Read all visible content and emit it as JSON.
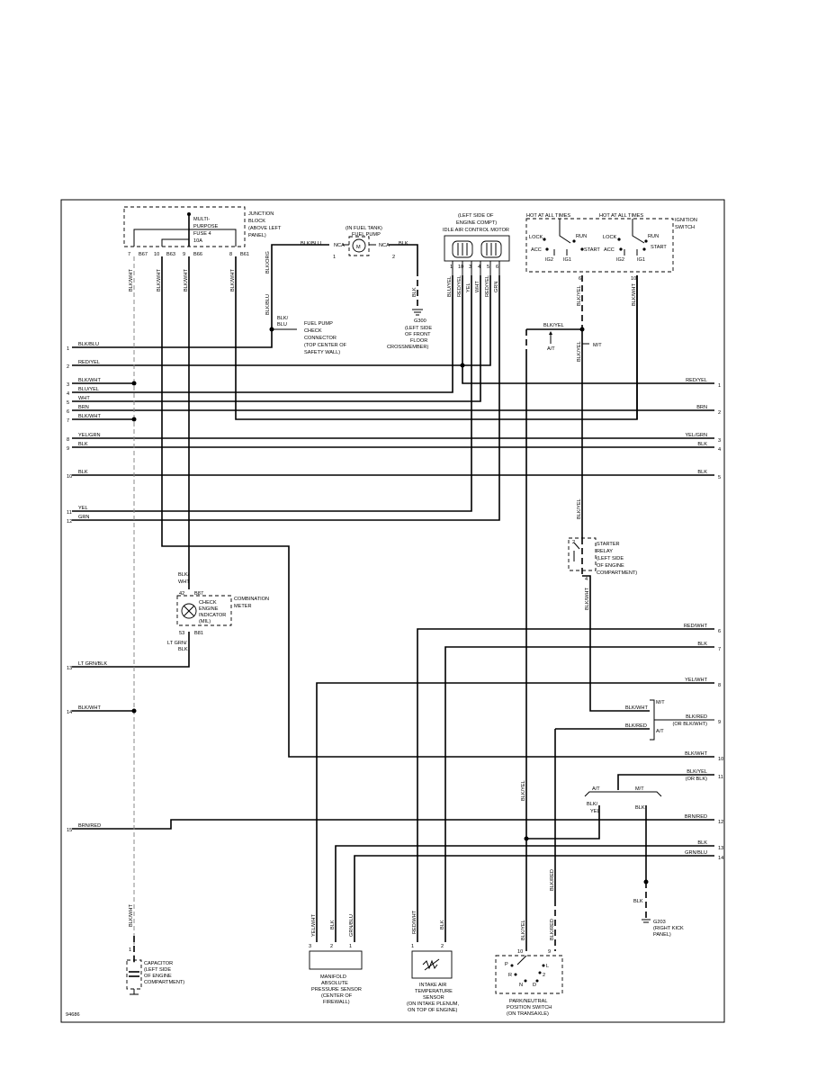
{
  "figure_id": "94686",
  "left_pins": [
    {
      "n": "1",
      "wire": "BLK/BLU"
    },
    {
      "n": "2",
      "wire": "RED/YEL"
    },
    {
      "n": "3",
      "wire": "BLK/WHT"
    },
    {
      "n": "4",
      "wire": "BLU/YEL"
    },
    {
      "n": "5",
      "wire": "WHT"
    },
    {
      "n": "6",
      "wire": "BRN"
    },
    {
      "n": "7",
      "wire": "BLK/WHT"
    },
    {
      "n": "8",
      "wire": "YEL/GRN"
    },
    {
      "n": "9",
      "wire": "BLK"
    },
    {
      "n": "10",
      "wire": "BLK"
    },
    {
      "n": "11",
      "wire": "YEL"
    },
    {
      "n": "12",
      "wire": "GRN"
    },
    {
      "n": "13",
      "wire": "LT GRN/BLK"
    },
    {
      "n": "14",
      "wire": "BLK/WHT"
    },
    {
      "n": "15",
      "wire": "BRN/RED"
    }
  ],
  "right_pins": [
    {
      "n": "1",
      "wire": "RED/YEL"
    },
    {
      "n": "2",
      "wire": "BRN"
    },
    {
      "n": "3",
      "wire": "YEL/GRN"
    },
    {
      "n": "4",
      "wire": "BLK"
    },
    {
      "n": "5",
      "wire": "BLK"
    },
    {
      "n": "6",
      "wire": "RED/WHT"
    },
    {
      "n": "7",
      "wire": "BLK"
    },
    {
      "n": "8",
      "wire": "YEL/WHT"
    },
    {
      "n": "9",
      "wire": "BLK/RED"
    },
    {
      "n": "9b",
      "wire": "(OR BLK/WHT)"
    },
    {
      "n": "10",
      "wire": "BLK/WHT"
    },
    {
      "n": "11",
      "wire": "BLK/YEL"
    },
    {
      "n": "11b",
      "wire": "(OR BLK)"
    },
    {
      "n": "12",
      "wire": "BRN/RED"
    },
    {
      "n": "13",
      "wire": "BLK"
    },
    {
      "n": "14",
      "wire": "GRN/BLU"
    }
  ],
  "junction_block": {
    "label": [
      "JUNCTION",
      "BLOCK",
      "(ABOVE LEFT",
      "PANEL)"
    ],
    "fuse": [
      "MULTI-",
      "PURPOSE",
      "FUSE 4",
      "10A"
    ],
    "pins": [
      {
        "num": "7",
        "code": "B67",
        "wire": "BLK/WHT"
      },
      {
        "num": "10",
        "code": "B63",
        "wire": "BLK/WHT"
      },
      {
        "num": "9",
        "code": "B66",
        "wire": "BLK/WHT"
      },
      {
        "num": "8",
        "code": "B61",
        "wire": "BLK/WHT"
      }
    ]
  },
  "fuel_pump": {
    "label": [
      "(IN FUEL TANK)",
      "FUEL PUMP"
    ],
    "symbol": "M",
    "nca_left": "NCA",
    "nca_right": "NCA",
    "pin_left": "1",
    "pin_right": "2",
    "wire_in": "BLK/BLU",
    "wire_out": "BLK",
    "wire_branch": "BLK/ORG",
    "wire_down": "BLK/BLU",
    "ground_wire": "BLK",
    "ground_id": "G300",
    "ground_loc": [
      "(LEFT SIDE",
      "OF FRONT",
      "FLOOR",
      "CROSSMEMBER)"
    ]
  },
  "check_connector": {
    "wire": [
      "BLK/",
      "BLU"
    ],
    "label": [
      "FUEL PUMP",
      "CHECK",
      "CONNECTOR",
      "(TOP CENTER OF",
      "SAFETY WALL)"
    ]
  },
  "iac": {
    "label": [
      "(LEFT SIDE OF",
      "ENGINE COMPT)",
      "IDLE AIR CONTROL MOTOR"
    ],
    "pins": [
      {
        "num": "1",
        "wire": "BLU/YEL"
      },
      {
        "num": "10",
        "wire": "RED/YEL"
      },
      {
        "num": "3",
        "wire": "YEL"
      },
      {
        "num": "4",
        "wire": "WHT"
      },
      {
        "num": "5",
        "wire": "RED/YEL"
      },
      {
        "num": "6",
        "wire": "GRN"
      }
    ]
  },
  "ignition": {
    "hot1": "HOT AT ALL TIMES",
    "hot2": "HOT AT ALL TIMES",
    "label": [
      "IGNITION",
      "SWITCH"
    ],
    "left_positions": [
      "LOCK",
      "RUN",
      "ACC",
      "START",
      "IG2",
      "IG1"
    ],
    "right_positions": [
      "LOCK",
      "RUN",
      "ACC",
      "START",
      "IG2",
      "IG1"
    ],
    "pin_a": "6",
    "pin_b": "10",
    "wire_a": "BLK/YEL",
    "wire_b": "BLK/WHT"
  },
  "starter_split": {
    "wire": "BLK/YEL",
    "at": "A/T",
    "mt": "M/T",
    "down_wire": "BLK/YEL"
  },
  "starter_relay": {
    "wire_in": "BLK/YEL",
    "label": [
      "STARTER",
      "RELAY",
      "(LEFT SIDE",
      "OF ENGINE",
      "COMPARTMENT)"
    ],
    "pin_top": "2",
    "pin_bottom": "4",
    "wire_out": "BLK/WHT"
  },
  "combination_meter": {
    "wire_in": [
      "BLK/",
      "WHT"
    ],
    "pin_top": "42",
    "code_top": "B87",
    "pin_bottom": "53",
    "code_bottom": "B81",
    "lamp_label": [
      "CHECK",
      "ENGINE",
      "INDICATOR",
      "(MIL)"
    ],
    "label": [
      "COMBINATION",
      "METER"
    ],
    "wire_out": [
      "LT GRN/",
      "BLK"
    ]
  },
  "mt_at_9": {
    "mt": "M/T",
    "at": "A/T",
    "wire_mt": "BLK/WHT",
    "wire_at": "BLK/RED"
  },
  "split_11": {
    "at": "A/T",
    "mt": "M/T",
    "wire_at": [
      "BLK/",
      "YEL"
    ],
    "wire_mt": "BLK"
  },
  "ground_g203": {
    "wire": "BLK",
    "id": "G203",
    "loc": [
      "(RIGHT KICK",
      "PANEL)"
    ]
  },
  "capacitor": {
    "wire": "BLK/WHT",
    "pin": "1",
    "label": [
      "CAPACITOR",
      "(LEFT SIDE",
      "OF ENGINE",
      "COMPARTMENT)"
    ]
  },
  "map_sensor": {
    "wires": [
      "YEL/WHT",
      "BLK",
      "GRN/BLU"
    ],
    "pins": [
      "3",
      "2",
      "1"
    ],
    "label": [
      "MANIFOLD",
      "ABSOLUTE",
      "PRESSURE SENSOR",
      "(CENTER OF",
      "FIREWALL)"
    ]
  },
  "iat_sensor": {
    "wires": [
      "RED/WHT",
      "BLK"
    ],
    "pins": [
      "1",
      "2"
    ],
    "label": [
      "INTAKE AIR",
      "TEMPERATURE",
      "SENSOR",
      "(ON INTAKE PLENUM,",
      "ON TOP OF ENGINE)"
    ]
  },
  "pnp_switch": {
    "wires": [
      "BLK/YEL",
      "BLK/RED"
    ],
    "pins": [
      "10",
      "9"
    ],
    "positions": [
      "P",
      "R",
      "N",
      "D",
      "2",
      "L"
    ],
    "label": [
      "PARK/NEUTRAL",
      "POSITION SWITCH",
      "(ON TRANSAXLE)"
    ]
  },
  "vertical_wire_labels": {
    "blk_yel_right": "BLK/YEL",
    "blk_red_mid": "BLK/RED"
  }
}
